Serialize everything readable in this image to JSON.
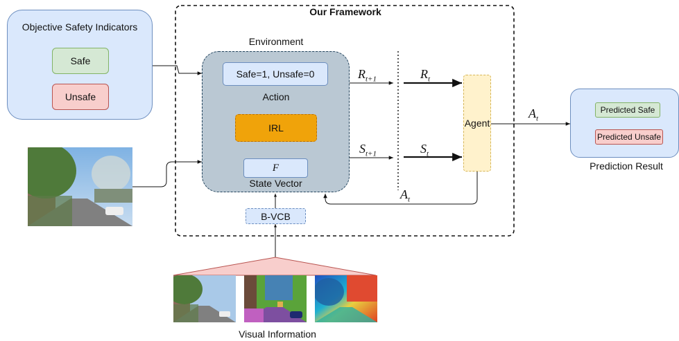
{
  "framework": {
    "title": "Our Framework"
  },
  "indicators": {
    "title": "Objective Safety Indicators",
    "safe": "Safe",
    "unsafe": "Unsafe"
  },
  "environment": {
    "title": "Environment",
    "reward_rule": "Safe=1, Unsafe=0",
    "action_label": "Action",
    "irl": "IRL",
    "f_label": "F",
    "state_vector": "State Vector"
  },
  "bvcb": "B-VCB",
  "visual_info": "Visual Information",
  "agent": "Agent",
  "signals": {
    "r_next": "R",
    "r_next_sub": "t+1",
    "s_next": "S",
    "s_next_sub": "t+1",
    "r_t": "R",
    "r_t_sub": "t",
    "s_t": "S",
    "s_t_sub": "t",
    "a_t_out": "A",
    "a_t_out_sub": "t",
    "a_t_back": "A",
    "a_t_back_sub": "t"
  },
  "prediction": {
    "title": "Prediction Result",
    "safe": "Predicted Safe",
    "unsafe": "Predicted Unsafe"
  },
  "colors": {
    "blue_panel": "#dae8fc",
    "blue_border": "#6c8ebf",
    "green_fill": "#d5e8d4",
    "green_border": "#82b366",
    "red_fill": "#f8cecc",
    "red_border": "#b85450",
    "env_fill": "#bac8d3",
    "env_border": "#23445d",
    "irl_fill": "#f0a30a",
    "irl_border": "#bd7000",
    "agent_fill": "#fff2cc",
    "agent_border": "#d6b656"
  }
}
